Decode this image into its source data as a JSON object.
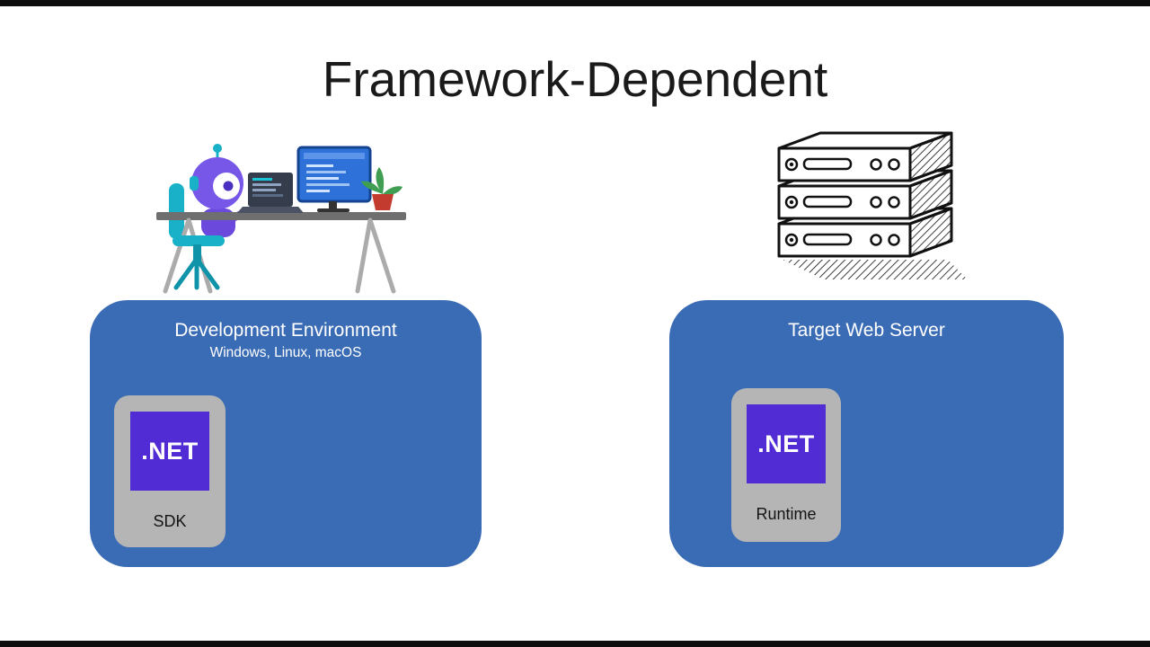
{
  "title": "Framework-Dependent",
  "dev_box": {
    "title": "Development Environment",
    "subtitle": "Windows, Linux, macOS",
    "card": {
      "logo_text": ".NET",
      "label": "SDK"
    }
  },
  "server_box": {
    "title": "Target Web Server",
    "card": {
      "logo_text": ".NET",
      "label": "Runtime"
    }
  },
  "icons": {
    "left_illustration": "robot-developer-at-desk",
    "right_illustration": "server-stack"
  },
  "colors": {
    "background": "#FFFFFF",
    "panel_blue": "#3A6BB5",
    "card_gray": "#B5B5B5",
    "dotnet_purple": "#512BD4",
    "title_text": "#1A1A1A",
    "letterbox_black": "#0E0E0E"
  }
}
